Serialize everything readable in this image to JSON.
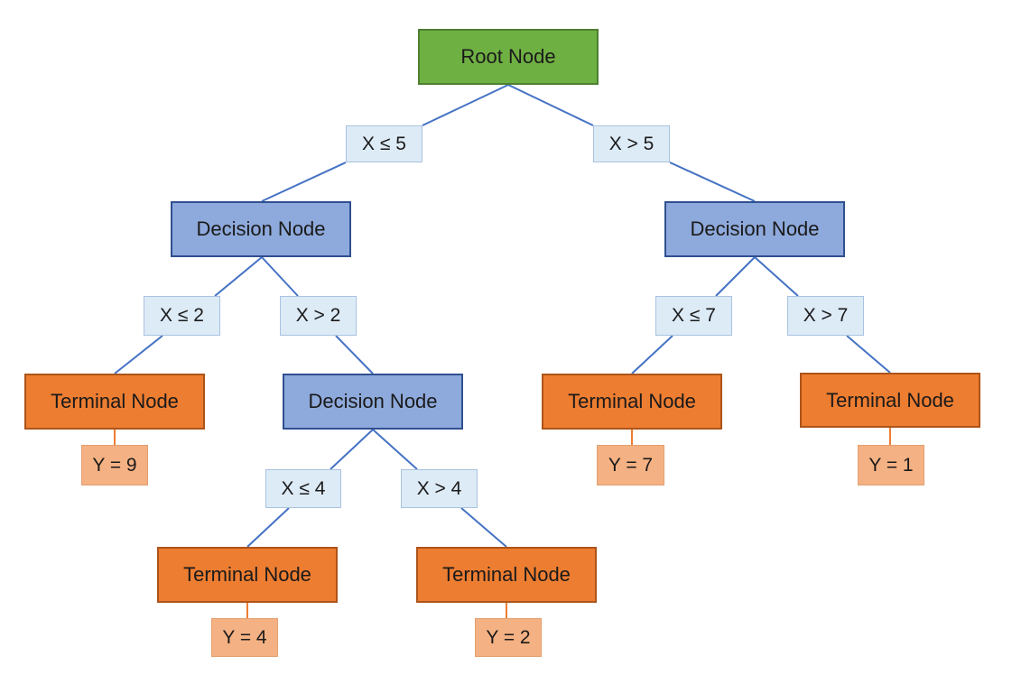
{
  "root": {
    "label": "Root Node"
  },
  "left_branch": {
    "condition": "X ≤ 5",
    "decision": "Decision Node",
    "left": {
      "condition": "X ≤ 2",
      "terminal": "Terminal Node",
      "value": "Y = 9"
    },
    "right": {
      "condition": "X > 2",
      "decision": "Decision Node",
      "left": {
        "condition": "X ≤ 4",
        "terminal": "Terminal Node",
        "value": "Y = 4"
      },
      "right": {
        "condition": "X > 4",
        "terminal": "Terminal Node",
        "value": "Y = 2"
      }
    }
  },
  "right_branch": {
    "condition": "X > 5",
    "decision": "Decision Node",
    "left": {
      "condition": "X ≤ 7",
      "terminal": "Terminal Node",
      "value": "Y = 7"
    },
    "right": {
      "condition": "X > 7",
      "terminal": "Terminal Node",
      "value": "Y = 1"
    }
  },
  "colors": {
    "root": "#6fb043",
    "decision": "#8ea9db",
    "terminal": "#ed7d31",
    "condition": "#ddebf7",
    "value": "#f4b183",
    "connector_blue": "#4472c4",
    "connector_orange": "#ed7d31"
  }
}
